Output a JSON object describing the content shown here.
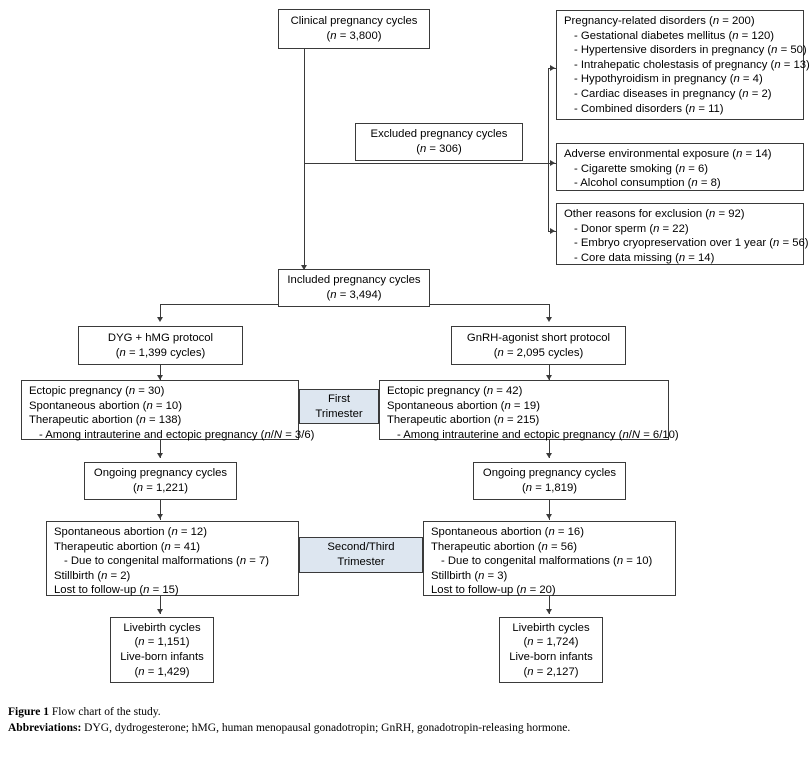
{
  "figure": {
    "label": "Figure 1",
    "title": "Flow chart of the study.",
    "abbrev_label": "Abbreviations:",
    "abbrev_text": "DYG, dydrogesterone; hMG, human menopausal gonadotropin; GnRH, gonadotropin-releasing hormone."
  },
  "colors": {
    "line": "#3a3a3a",
    "box_fill": "#ffffff",
    "trimester_fill": "#dde6f0"
  },
  "nodes": {
    "clinical": {
      "l1": "Clinical pregnancy cycles",
      "l2": "(n = 3,800)"
    },
    "excluded": {
      "l1": "Excluded pregnancy cycles",
      "l2": "(n = 306)"
    },
    "included": {
      "l1": "Included pregnancy cycles",
      "l2": "(n = 3,494)"
    },
    "disorders": {
      "title": "Pregnancy-related disorders (n = 200)",
      "items": [
        "- Gestational diabetes mellitus (n = 120)",
        "- Hypertensive disorders in pregnancy (n = 50)",
        "- Intrahepatic cholestasis of pregnancy (n = 13)",
        "- Hypothyroidism in pregnancy (n = 4)",
        "- Cardiac diseases in pregnancy (n = 2)",
        "- Combined disorders (n = 11)"
      ]
    },
    "environmental": {
      "title": "Adverse environmental exposure (n = 14)",
      "items": [
        "- Cigarette smoking (n = 6)",
        "- Alcohol consumption (n = 8)"
      ]
    },
    "other_reasons": {
      "title": "Other reasons for exclusion (n = 92)",
      "items": [
        "- Donor sperm (n = 22)",
        "- Embryo cryopreservation over 1 year (n = 56)",
        "- Core data missing (n = 14)"
      ]
    },
    "protocol_left": {
      "l1": "DYG + hMG protocol",
      "l2": "(n = 1,399 cycles)"
    },
    "protocol_right": {
      "l1": "GnRH-agonist short protocol",
      "l2": "(n = 2,095 cycles)"
    },
    "trimester_first": {
      "l1": "First",
      "l2": "Trimester"
    },
    "trimester_second": {
      "l1": "Second/Third",
      "l2": "Trimester"
    },
    "first_tri_left": {
      "items": [
        "Ectopic pregnancy (n = 30)",
        "Spontaneous abortion (n = 10)",
        "Therapeutic abortion (n = 138)",
        "- Among intrauterine and ectopic pregnancy (n/N = 3/6)"
      ]
    },
    "first_tri_right": {
      "items": [
        "Ectopic pregnancy (n = 42)",
        "Spontaneous abortion (n = 19)",
        "Therapeutic abortion (n = 215)",
        "- Among intrauterine and ectopic pregnancy (n/N = 6/10)"
      ]
    },
    "ongoing_left": {
      "l1": "Ongoing pregnancy cycles",
      "l2": "(n = 1,221)"
    },
    "ongoing_right": {
      "l1": "Ongoing pregnancy cycles",
      "l2": "(n = 1,819)"
    },
    "second_tri_left": {
      "items": [
        "Spontaneous abortion (n = 12)",
        "Therapeutic abortion (n = 41)",
        "- Due to congenital malformations (n = 7)",
        "Stillbirth (n = 2)",
        "Lost to follow-up (n = 15)"
      ]
    },
    "second_tri_right": {
      "items": [
        "Spontaneous abortion (n = 16)",
        "Therapeutic abortion (n = 56)",
        "- Due to congenital malformations (n = 10)",
        "Stillbirth (n = 3)",
        "Lost to follow-up (n = 20)"
      ]
    },
    "livebirth_left": {
      "l1": "Livebirth cycles",
      "l2": "(n = 1,151)",
      "l3": "Live-born infants",
      "l4": "(n = 1,429)"
    },
    "livebirth_right": {
      "l1": "Livebirth cycles",
      "l2": "(n = 1,724)",
      "l3": "Live-born infants",
      "l4": "(n = 2,127)"
    }
  }
}
